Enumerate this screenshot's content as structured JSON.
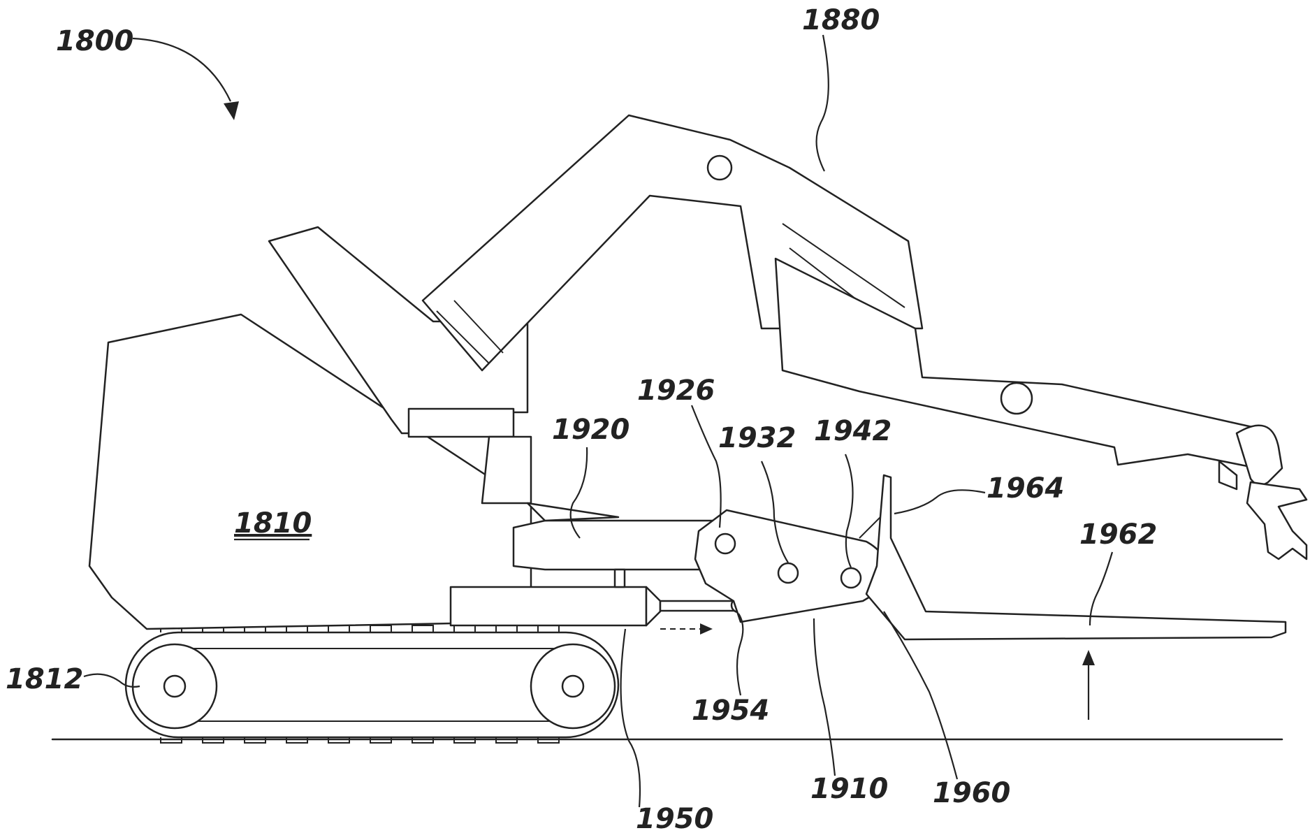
{
  "labels": {
    "fig": "1800",
    "arm": "1880",
    "vehicle_body": "1810",
    "track": "1812",
    "upper_actuator": "1920",
    "pivot_1926": "1926",
    "pivot_1932": "1932",
    "pivot_1942": "1942",
    "upright": "1964",
    "fork": "1962",
    "lower_actuator": "1950",
    "rod_end": "1954",
    "link_plate": "1910",
    "fork_frame": "1960"
  }
}
